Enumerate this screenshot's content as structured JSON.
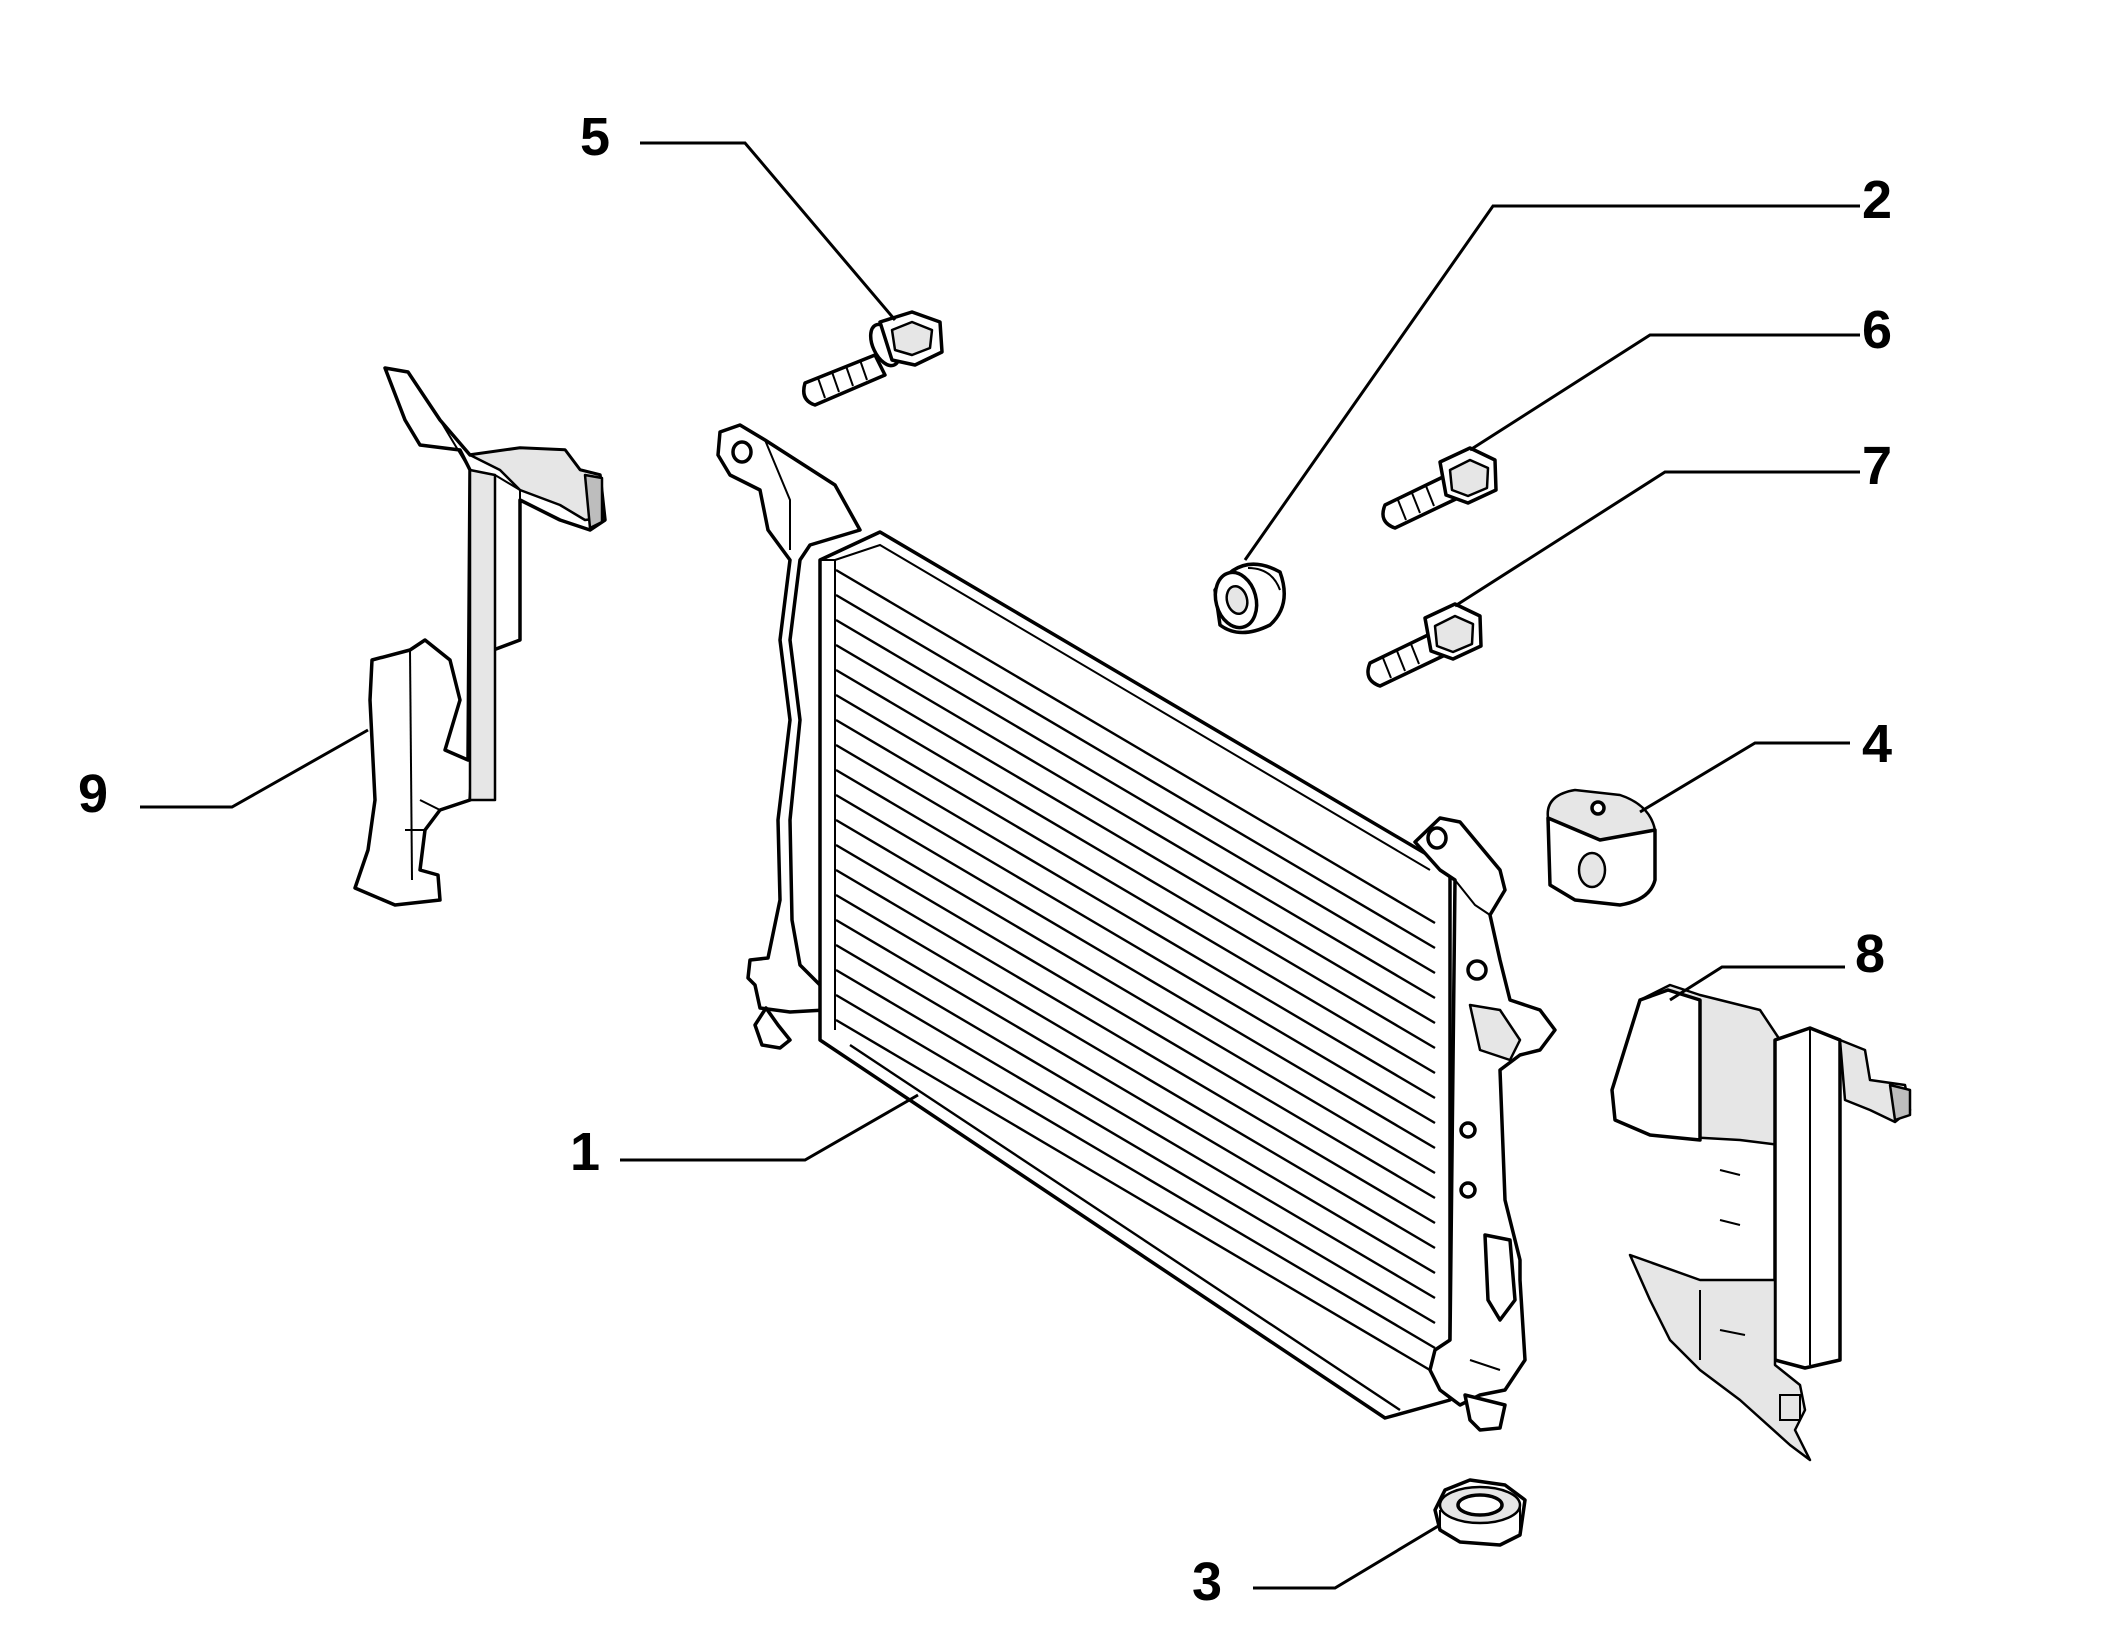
{
  "callouts": [
    {
      "id": "radiator",
      "label": "1"
    },
    {
      "id": "grommet",
      "label": "2"
    },
    {
      "id": "lower-mount",
      "label": "3"
    },
    {
      "id": "rubber-pad",
      "label": "4"
    },
    {
      "id": "bolt-top",
      "label": "5"
    },
    {
      "id": "bolt-upper",
      "label": "6"
    },
    {
      "id": "bolt-lower",
      "label": "7"
    },
    {
      "id": "right-deflector",
      "label": "8"
    },
    {
      "id": "left-deflector",
      "label": "9"
    }
  ],
  "colors": {
    "line": "#000000",
    "background": "#ffffff",
    "shade": "#e6e6e6",
    "dark_shade": "#bdbdbd"
  }
}
